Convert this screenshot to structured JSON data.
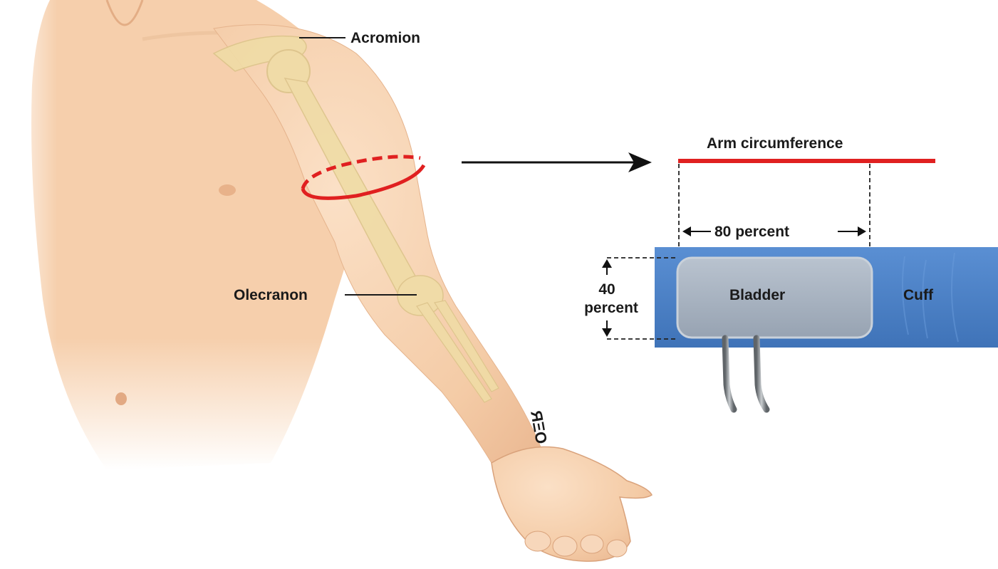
{
  "labels": {
    "acromion": "Acromion",
    "olecranon": "Olecranon",
    "arm_circumference": "Arm circumference",
    "eighty_percent": "80 percent",
    "forty_value": "40",
    "forty_unit": "percent",
    "bladder": "Bladder",
    "cuff": "Cuff",
    "wrist_mark": "ЯΞO"
  },
  "colors": {
    "skin": "#f7d3b0",
    "skin_shadow": "#e8b68e",
    "bone": "#f0dca6",
    "measure_red": "#e02020",
    "cuff_blue": "#4a7fc4",
    "bladder_gray": "#a9b4c2",
    "tube_gray": "#7d8287"
  },
  "proportions": {
    "bladder_length_of_arm_circumference": 0.8,
    "bladder_width_of_arm_circumference": 0.4
  }
}
